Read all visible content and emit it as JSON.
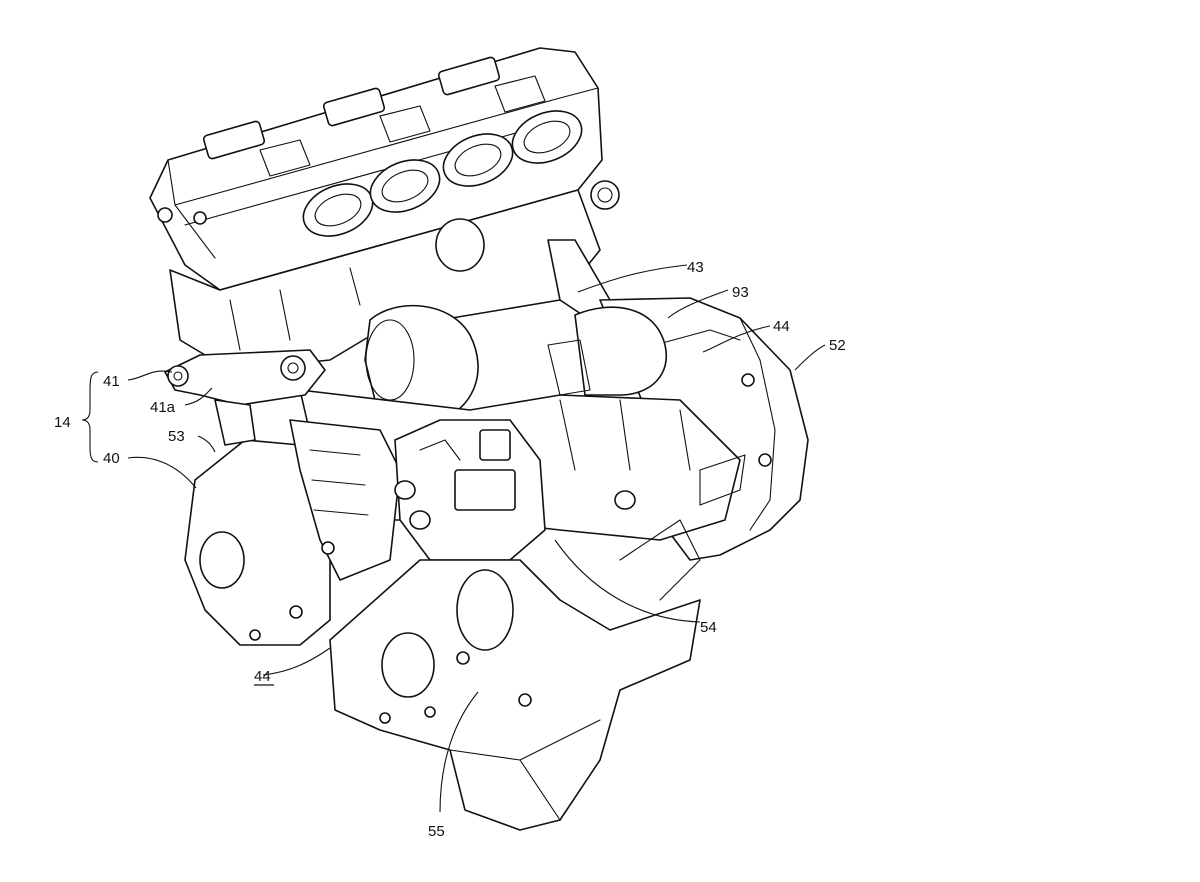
{
  "labels": {
    "l14": "14",
    "l41": "41",
    "l41a": "41a",
    "l53": "53",
    "l40": "40",
    "l44_bottom": "44",
    "l43": "43",
    "l93": "93",
    "l44_right": "44",
    "l52": "52",
    "l54": "54",
    "l55": "55"
  }
}
